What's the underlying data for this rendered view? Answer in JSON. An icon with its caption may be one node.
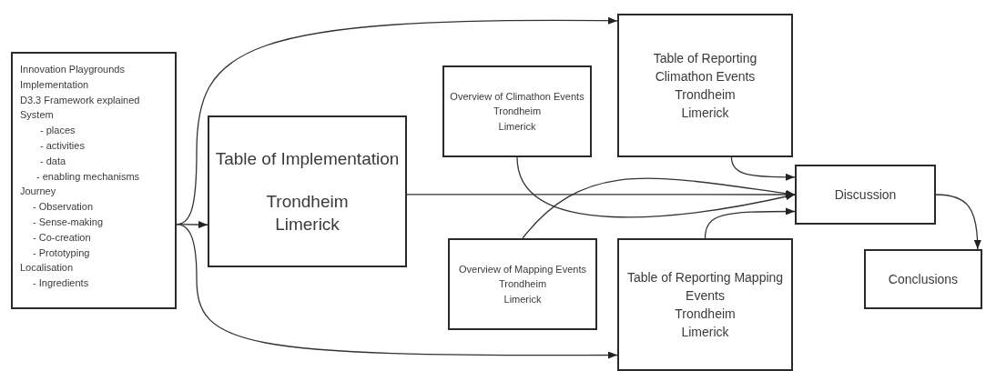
{
  "diagram": {
    "nodes": [
      {
        "text": [
          "Innovation Playgrounds Implementation",
          "D3.3 Framework explained",
          "System",
          "- places",
          "- activities",
          "- data",
          "- enabling mechanisms",
          "Journey",
          "- Observation",
          "- Sense-making",
          "- Co-creation",
          "- Prototyping",
          "Localisation",
          "- Ingredients"
        ]
      },
      {
        "text": [
          "Table of Implementation",
          "Trondheim",
          "Limerick"
        ]
      },
      {
        "text": [
          "Overview of Climathon Events",
          "Trondheim",
          "Limerick"
        ]
      },
      {
        "text": [
          "Table of Reporting Climathon Events",
          "Trondheim",
          "Limerick"
        ]
      },
      {
        "text": [
          "Overview of Mapping Events",
          "Trondheim",
          "Limerick"
        ]
      },
      {
        "text": [
          "Table of Reporting Mapping Events",
          "Trondheim",
          "Limerick"
        ]
      },
      {
        "text": [
          "Discussion"
        ]
      },
      {
        "text": [
          "Conclusions"
        ]
      }
    ],
    "edges": [
      {
        "from": 0,
        "to": 1,
        "arrow": "to"
      },
      {
        "from": 0,
        "to": 3,
        "arrow": "to"
      },
      {
        "from": 0,
        "to": 5,
        "arrow": "to"
      },
      {
        "from": 1,
        "to": 6,
        "arrow": "to"
      },
      {
        "from": 2,
        "to": 6,
        "arrow": "to"
      },
      {
        "from": 4,
        "to": 6,
        "arrow": "to"
      },
      {
        "from": 3,
        "to": 6,
        "arrow": "to"
      },
      {
        "from": 5,
        "to": 6,
        "arrow": "to"
      },
      {
        "from": 6,
        "to": 7,
        "arrow": "to"
      }
    ]
  }
}
